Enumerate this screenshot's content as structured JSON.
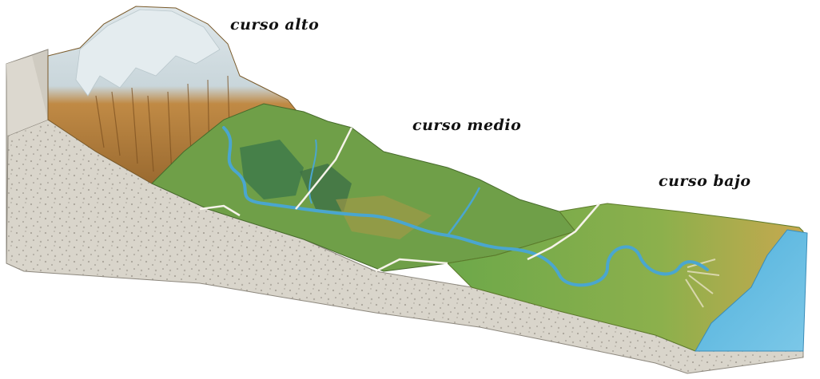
{
  "labels": {
    "upper": "curso alto",
    "middle": "curso medio",
    "lower": "curso bajo"
  },
  "colors": {
    "rock_base": "#d6d2c8",
    "rock_dark": "#b8b3a8",
    "snow": "#dde6ea",
    "mountain_brown": "#b8823f",
    "forest_green": "#5f8f45",
    "meadow_green": "#7ab04a",
    "plain_ochre": "#b59a4a",
    "river_blue": "#4aa6cf",
    "sea_blue": "#5bb8e0"
  }
}
